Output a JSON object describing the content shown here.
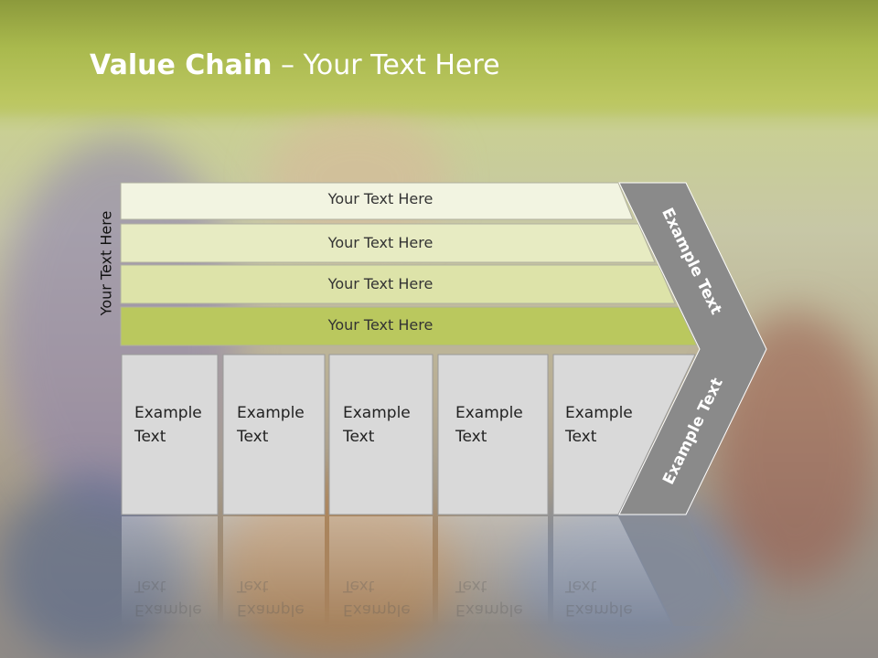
{
  "title": {
    "bold": "Value Chain",
    "rest": " – Your Text Here"
  },
  "vertical_label": "Your Text Here",
  "bars": [
    {
      "label": "Your Text Here",
      "color": "#f2f4e1"
    },
    {
      "label": "Your Text Here",
      "color": "#e7ebc2"
    },
    {
      "label": "Your Text Here",
      "color": "#dde3a9"
    },
    {
      "label": "Your Text Here",
      "color": "#bac85e"
    }
  ],
  "cells": [
    {
      "line1": "Example",
      "line2": "Text"
    },
    {
      "line1": "Example",
      "line2": "Text"
    },
    {
      "line1": "Example",
      "line2": "Text"
    },
    {
      "line1": "Example",
      "line2": "Text"
    },
    {
      "line1": "Example",
      "line2": "Text"
    }
  ],
  "chevron": {
    "upper": "Example Text",
    "lower": "Example Text",
    "color": "#8a8a8a"
  },
  "colors": {
    "title": "#ffffff",
    "header_band": "#a9b94d",
    "cell_fill": "#d9d9d9"
  }
}
